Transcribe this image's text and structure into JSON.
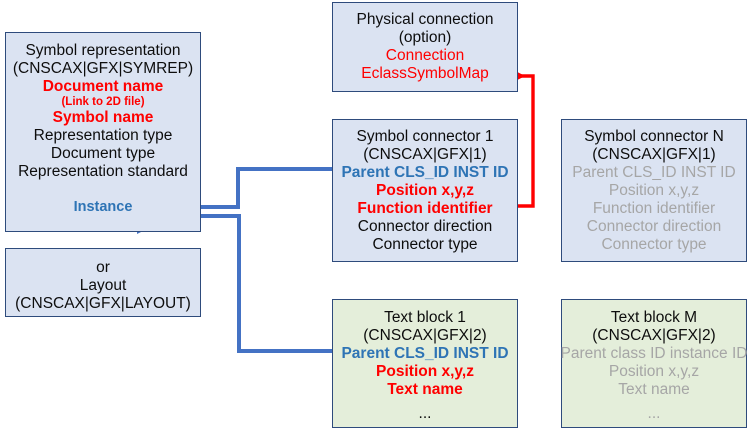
{
  "diagram": {
    "title": "Symbol representation structure diagram",
    "colors": {
      "blue_box_fill": "#dbe3f2",
      "green_box_fill": "#e4eeda",
      "box_border": "#2e4b7c",
      "black_text": "#0d0d0d",
      "red_text": "#ff0000",
      "blue_text": "#2e74b5",
      "gray_text": "#a6a6a6",
      "blue_connector": "#4472c4",
      "red_connector": "#ff0000"
    },
    "boxes": [
      {
        "id": "symbol-representation",
        "fill": "blue",
        "lines": [
          {
            "text": "Symbol representation",
            "style": "black"
          },
          {
            "text": "(CNSCAX|GFX|SYMREP)",
            "style": "black"
          },
          {
            "text": "Document name",
            "style": "red"
          },
          {
            "text": "(Link to 2D file)",
            "style": "red-small"
          },
          {
            "text": "Symbol name",
            "style": "red"
          },
          {
            "text": "Representation type",
            "style": "black"
          },
          {
            "text": "Document type",
            "style": "black"
          },
          {
            "text": "Representation standard",
            "style": "black"
          },
          {
            "text": "",
            "style": "spacer"
          },
          {
            "text": "Instance",
            "style": "blue-bold"
          }
        ]
      },
      {
        "id": "layout",
        "fill": "blue",
        "lines": [
          {
            "text": "or",
            "style": "black"
          },
          {
            "text": "Layout",
            "style": "black"
          },
          {
            "text": "(CNSCAX|GFX|LAYOUT)",
            "style": "black"
          }
        ]
      },
      {
        "id": "physical-connection",
        "fill": "blue",
        "lines": [
          {
            "text": "Physical connection",
            "style": "black"
          },
          {
            "text": "(option)",
            "style": "black"
          },
          {
            "text": "Connection",
            "style": "red"
          },
          {
            "text": "EclassSymbolMap",
            "style": "red"
          }
        ]
      },
      {
        "id": "symbol-connector-1",
        "fill": "blue",
        "lines": [
          {
            "text": "Symbol connector 1",
            "style": "black"
          },
          {
            "text": "(CNSCAX|GFX|1)",
            "style": "black"
          },
          {
            "text": "Parent CLS_ID INST ID",
            "style": "blue-bold"
          },
          {
            "text": "Position x,y,z",
            "style": "red"
          },
          {
            "text": "Function identifier",
            "style": "red"
          },
          {
            "text": "Connector direction",
            "style": "black"
          },
          {
            "text": "Connector type",
            "style": "black"
          }
        ]
      },
      {
        "id": "symbol-connector-n",
        "fill": "blue",
        "lines": [
          {
            "text": "Symbol connector N",
            "style": "black"
          },
          {
            "text": "(CNSCAX|GFX|1)",
            "style": "black"
          },
          {
            "text": "Parent CLS_ID INST ID",
            "style": "gray"
          },
          {
            "text": "Position x,y,z",
            "style": "gray"
          },
          {
            "text": "Function identifier",
            "style": "gray"
          },
          {
            "text": "Connector direction",
            "style": "gray"
          },
          {
            "text": "Connector type",
            "style": "gray"
          }
        ]
      },
      {
        "id": "text-block-1",
        "fill": "green",
        "lines": [
          {
            "text": "Text block 1",
            "style": "black"
          },
          {
            "text": "(CNSCAX|GFX|2)",
            "style": "black"
          },
          {
            "text": "Parent CLS_ID INST ID",
            "style": "blue-bold"
          },
          {
            "text": "Position x,y,z",
            "style": "red"
          },
          {
            "text": "Text name",
            "style": "red"
          },
          {
            "text": "...",
            "style": "black"
          }
        ]
      },
      {
        "id": "text-block-m",
        "fill": "green",
        "lines": [
          {
            "text": "Text block M",
            "style": "black"
          },
          {
            "text": "(CNSCAX|GFX|2)",
            "style": "black"
          },
          {
            "text": "Parent class ID instance ID",
            "style": "gray"
          },
          {
            "text": "Position x,y,z",
            "style": "gray"
          },
          {
            "text": "Text name",
            "style": "gray"
          },
          {
            "text": "...",
            "style": "gray"
          }
        ]
      }
    ]
  }
}
